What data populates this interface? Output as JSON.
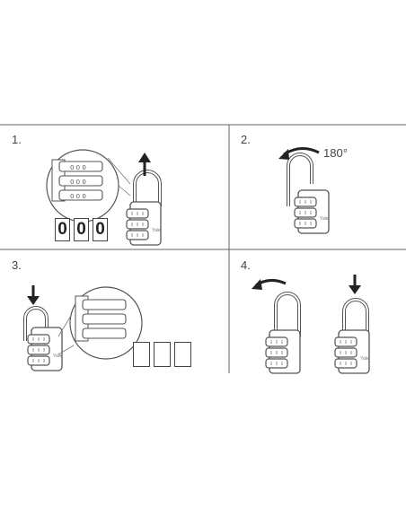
{
  "steps": [
    {
      "number": "1."
    },
    {
      "number": "2."
    },
    {
      "number": "3."
    },
    {
      "number": "4."
    }
  ],
  "step1": {
    "combination": [
      "0",
      "0",
      "0"
    ],
    "lock_brand": "Yale"
  },
  "step2": {
    "rotation_label": "180°",
    "lock_brand": "Yale"
  },
  "step3": {
    "new_combination": [
      "",
      "",
      ""
    ],
    "lock_brand": "Yale"
  },
  "step4": {
    "lock_brand": "Yale"
  },
  "colors": {
    "line": "#555555",
    "divider": "#666666",
    "fill": "#ffffff"
  }
}
